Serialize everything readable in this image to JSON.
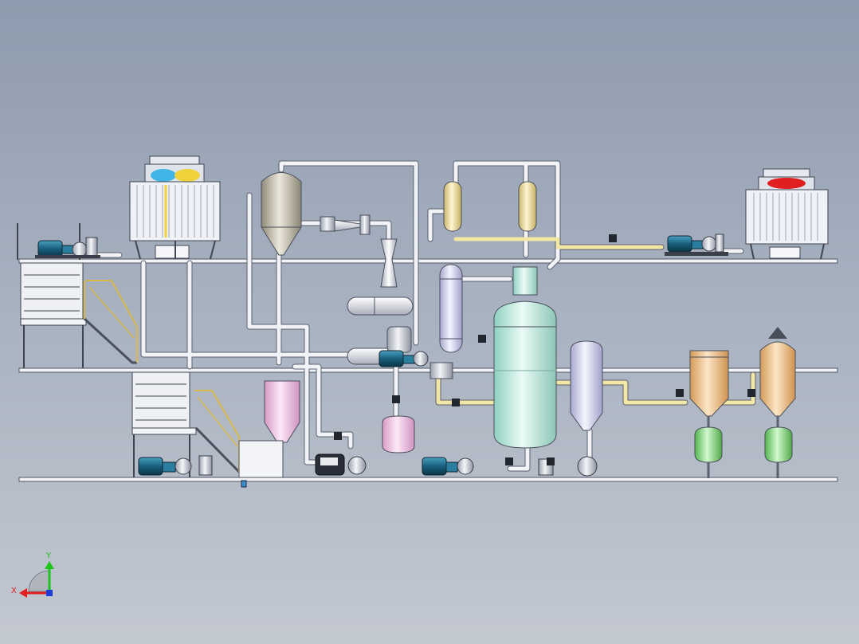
{
  "view": {
    "background_top": "#8e9bae",
    "background_bottom": "#c3c8d1"
  },
  "colors": {
    "pipe": "#e9ecf2",
    "pipe_edge": "#5b6170",
    "pipe_yellow": "#f3e7a6",
    "steel": "#c8cdd6",
    "tower_fill": "#eef1f6",
    "fan_blue": "#41b6e6",
    "fan_yellow": "#f0d23a",
    "fan_red": "#e02020",
    "motor_blue": "#1f6e8c",
    "tank_tan": "#cbc3a8",
    "tank_pink": "#f2c4e4",
    "tank_orange": "#f2c890",
    "tank_green": "#8fe08a",
    "tank_mint": "#c7f0e6",
    "tank_lavender": "#d8d8f0",
    "tank_cream": "#f2e4b0",
    "platform": "#e8ebf0"
  },
  "icons": [
    "cooling-tower",
    "centrifugal-pump",
    "vacuum-pump",
    "valve",
    "heat-exchanger",
    "reactor-vessel",
    "separator-tank",
    "stair",
    "axis-triad"
  ],
  "axes": {
    "x_label": "X",
    "y_label": "Y",
    "x_color": "#e02020",
    "y_color": "#1cc41c",
    "z_color": "#1e3cd8"
  }
}
